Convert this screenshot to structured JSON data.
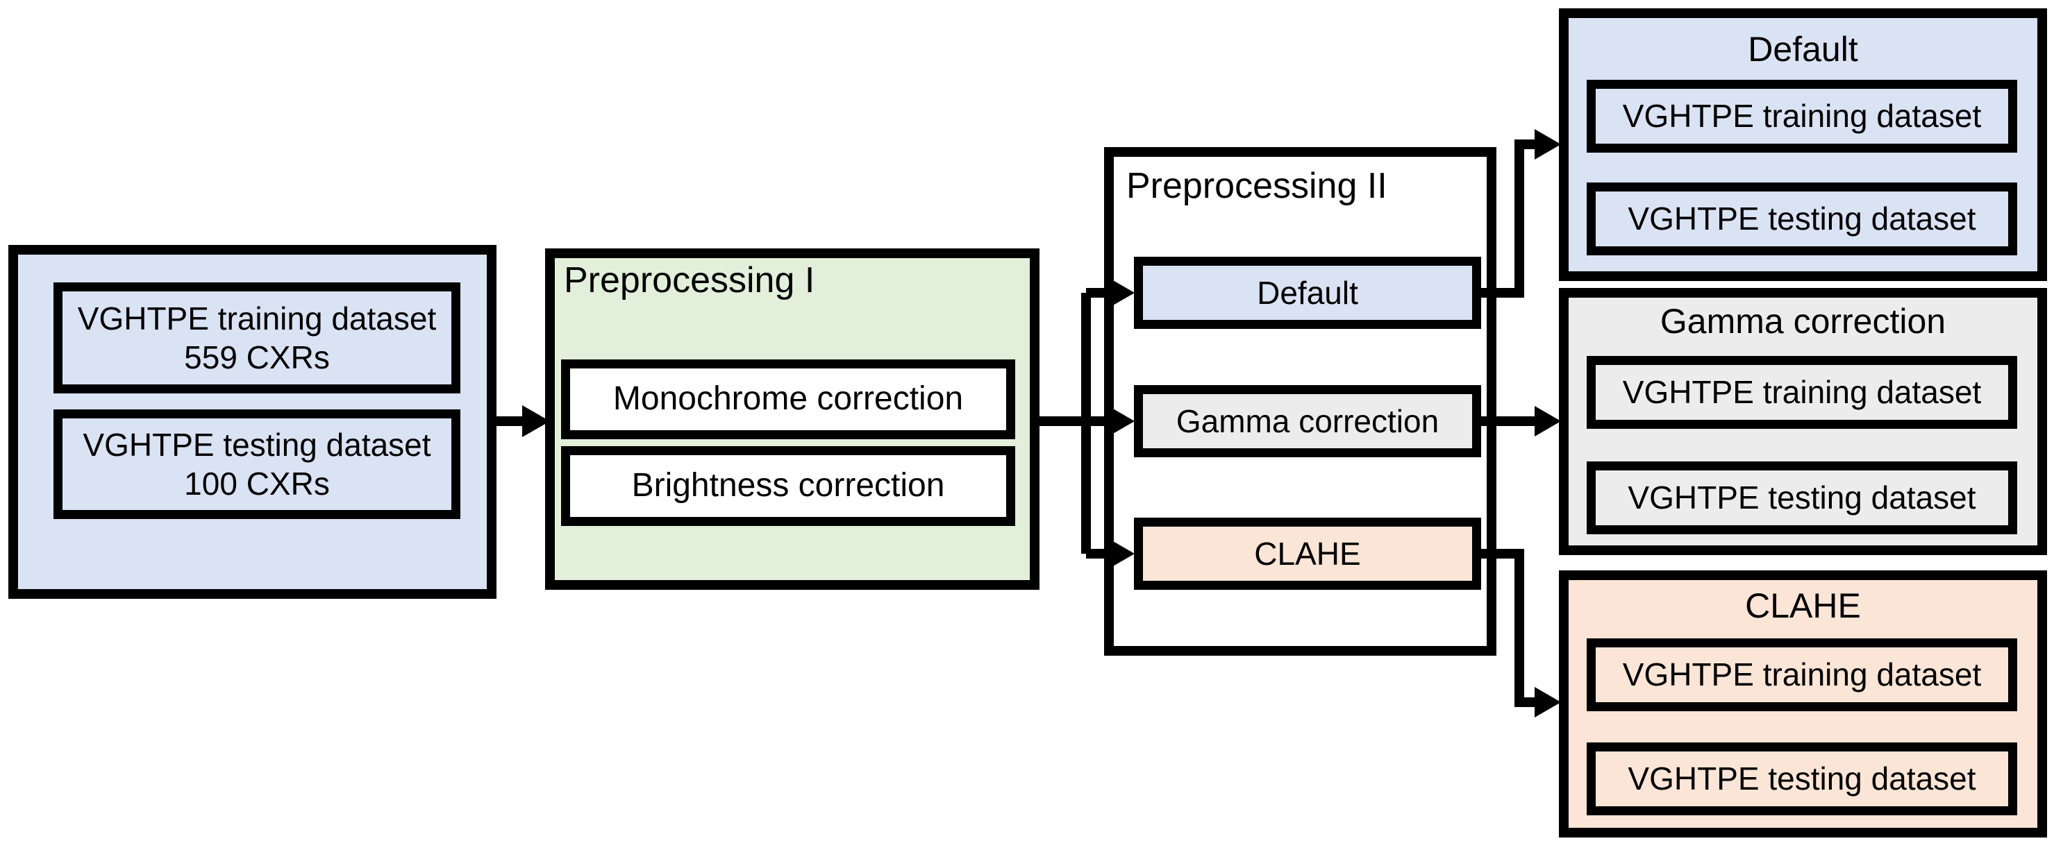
{
  "diagram": {
    "source": {
      "training": {
        "line1": "VGHTPE training dataset",
        "line2": "559 CXRs"
      },
      "testing": {
        "line1": "VGHTPE testing dataset",
        "line2": "100 CXRs"
      },
      "fill": "#dae3f3"
    },
    "prep1": {
      "title": "Preprocessing I",
      "steps": [
        "Monochrome correction",
        "Brightness correction"
      ],
      "fill": "#e2efda",
      "step_fill": "#ffffff"
    },
    "prep2": {
      "title": "Preprocessing II",
      "fill": "#ffffff",
      "options": [
        {
          "label": "Default",
          "fill": "#dae3f3"
        },
        {
          "label": "Gamma correction",
          "fill": "#ececec"
        },
        {
          "label": "CLAHE",
          "fill": "#fbe5d6"
        }
      ]
    },
    "outputs": [
      {
        "title": "Default",
        "fill": "#dae3f3",
        "datasets": [
          "VGHTPE training dataset",
          "VGHTPE testing dataset"
        ]
      },
      {
        "title": "Gamma correction",
        "fill": "#ececec",
        "datasets": [
          "VGHTPE training dataset",
          "VGHTPE testing dataset"
        ]
      },
      {
        "title": "CLAHE",
        "fill": "#fbe5d6",
        "datasets": [
          "VGHTPE training dataset",
          "VGHTPE testing dataset"
        ]
      }
    ],
    "colors": {
      "border": "#000000",
      "background": "#ffffff",
      "blue": "#dae3f3",
      "green": "#e2efda",
      "gray": "#ececec",
      "peach": "#fbe5d6"
    }
  }
}
